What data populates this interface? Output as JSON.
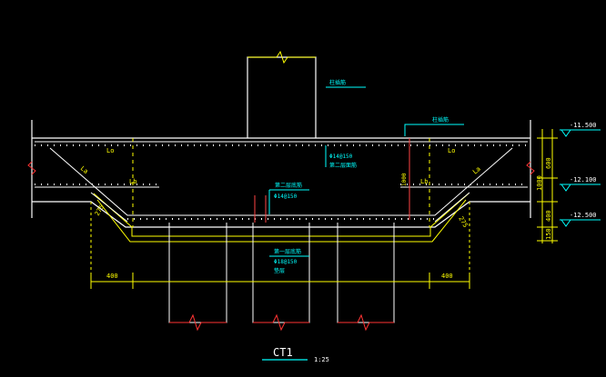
{
  "drawing": {
    "title": "CT1",
    "scale": "1:25"
  },
  "colors": {
    "background": "#000000",
    "outline": "#ffffff",
    "rebar": "#ffffff",
    "concrete": "#ffff00",
    "dashed": "#ffff00",
    "dimension": "#ffff00",
    "annotation": "#00ffff",
    "leader": "#ff4444",
    "pile": "#ffffff",
    "break": "#ff3333",
    "elevation": "#00ffff"
  },
  "labels": {
    "column_note": "柱插筋",
    "top_rebar_note": "柱插筋",
    "middle_rebar_note": "第二层底筋",
    "middle_rebar_spec": "Φ14@150",
    "lower_rebar_note": "第一层底筋",
    "lower_rebar_spec": "Φ18@150",
    "bottom_note": "垫层",
    "right_upper_note_1": "Φ14@150",
    "right_upper_note_2": "第二层面筋",
    "la_left": "Lo",
    "la_right": "Lo",
    "la_diag_left": "La",
    "la_diag_right": "La",
    "lb_left": "Lb",
    "lb_right": "Lb",
    "vert_dim_mid": "1000",
    "width_left": "400",
    "width_right": "400",
    "small_left": "275",
    "small_right": "275"
  },
  "elevations": {
    "e1": "-11.500",
    "e2": "-12.100",
    "e3": "-12.500"
  },
  "right_dims": {
    "d1": "600",
    "d2": "1000",
    "d3": "400",
    "d4": "150"
  }
}
